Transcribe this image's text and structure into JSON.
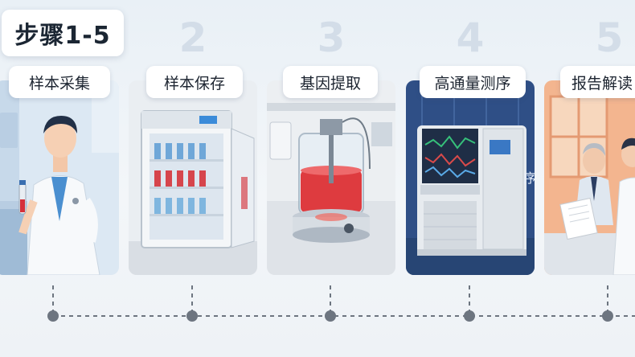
{
  "title": "步骤1-5",
  "steps": [
    {
      "number": "",
      "label": "样本采集"
    },
    {
      "number": "2",
      "label": "样本保存"
    },
    {
      "number": "3",
      "label": "基因提取"
    },
    {
      "number": "4",
      "label": "高通量测序"
    },
    {
      "number": "5",
      "label": "报告解读"
    }
  ],
  "sequencer_room_text": "序",
  "colors": {
    "connector": "#6d7580",
    "card1_bg": "#dbe7f3",
    "card4_bg": "#2f4f86",
    "card5_bg": "#f3b58f"
  }
}
